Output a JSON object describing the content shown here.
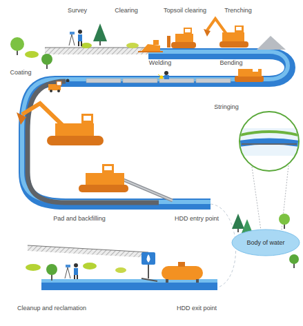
{
  "diagram": {
    "nodes": [
      {
        "text": [
          "Body of water"
        ]
      }
    ],
    "labels": [
      "Survey",
      "Clearing",
      "Topsoil clearing",
      "Trenching",
      "Welding",
      "Bending",
      "Coating",
      "Stringing",
      "Pad and backfilling",
      "HDD entry point",
      "Cleanup and reclamation",
      "HDD exit point"
    ]
  }
}
